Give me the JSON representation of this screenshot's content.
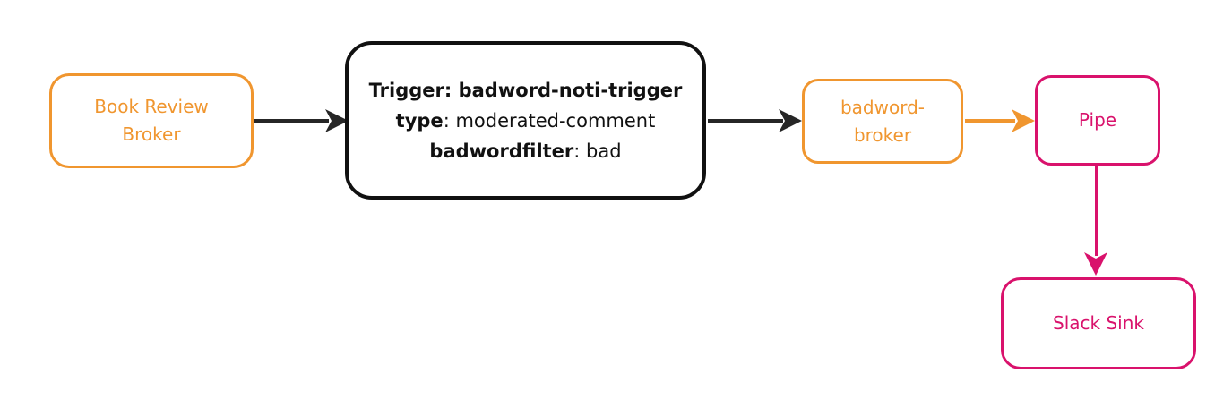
{
  "diagram": {
    "background": "#FFFFFF",
    "colors": {
      "orange": "#F0962F",
      "pink": "#D9126C",
      "black_node_border": "#111111",
      "black_arrow": "#262626"
    },
    "nodes": {
      "book_review_broker": {
        "label": "Book Review Broker"
      },
      "trigger": {
        "line1_bold": "Trigger: badword-noti-trigger",
        "line2_bold": "type",
        "line2_regular": ": moderated-comment",
        "line3_bold": "badwordfilter",
        "line3_regular": ": bad"
      },
      "badword_broker": {
        "label": "badword-broker"
      },
      "pipe": {
        "label": "Pipe"
      },
      "slack_sink": {
        "label": "Slack Sink"
      }
    },
    "edges": [
      {
        "from": "book_review_broker",
        "to": "trigger",
        "color": "black",
        "direction": "right"
      },
      {
        "from": "trigger",
        "to": "badword_broker",
        "color": "black",
        "direction": "right"
      },
      {
        "from": "badword_broker",
        "to": "pipe",
        "color": "orange",
        "direction": "right"
      },
      {
        "from": "pipe",
        "to": "slack_sink",
        "color": "pink",
        "direction": "down"
      }
    ]
  }
}
